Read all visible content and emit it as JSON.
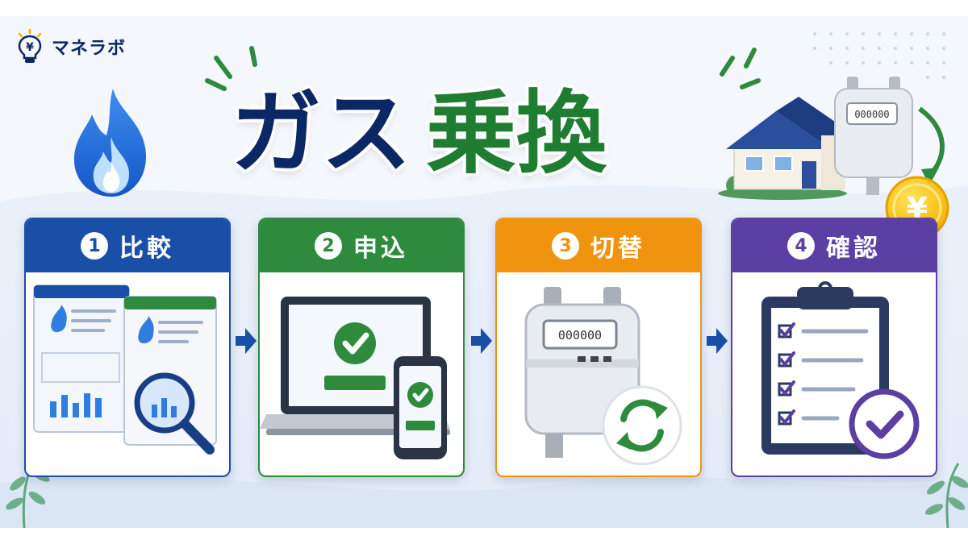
{
  "brand": {
    "name": "マネラボ"
  },
  "title": {
    "part1": "ガス",
    "part2": "乗換"
  },
  "steps": [
    {
      "number": "1",
      "label": "比較",
      "color": "#1a4fa8"
    },
    {
      "number": "2",
      "label": "申込",
      "color": "#2e8a3c"
    },
    {
      "number": "3",
      "label": "切替",
      "color": "#f0940f"
    },
    {
      "number": "4",
      "label": "確認",
      "color": "#5b3fa3"
    }
  ],
  "icons": {
    "brand": "lightbulb-yen-icon",
    "flame": "gas-flame-icon",
    "house": "house-icon",
    "meter": "gas-meter-icon",
    "coin": "yen-coin-icon",
    "arrow": "arrow-right-icon",
    "step1": "comparison-documents-magnifier-icon",
    "step2": "laptop-phone-checkmark-icon",
    "step3": "gas-meter-refresh-icon",
    "step4": "clipboard-checklist-icon"
  },
  "coin_label": "¥"
}
